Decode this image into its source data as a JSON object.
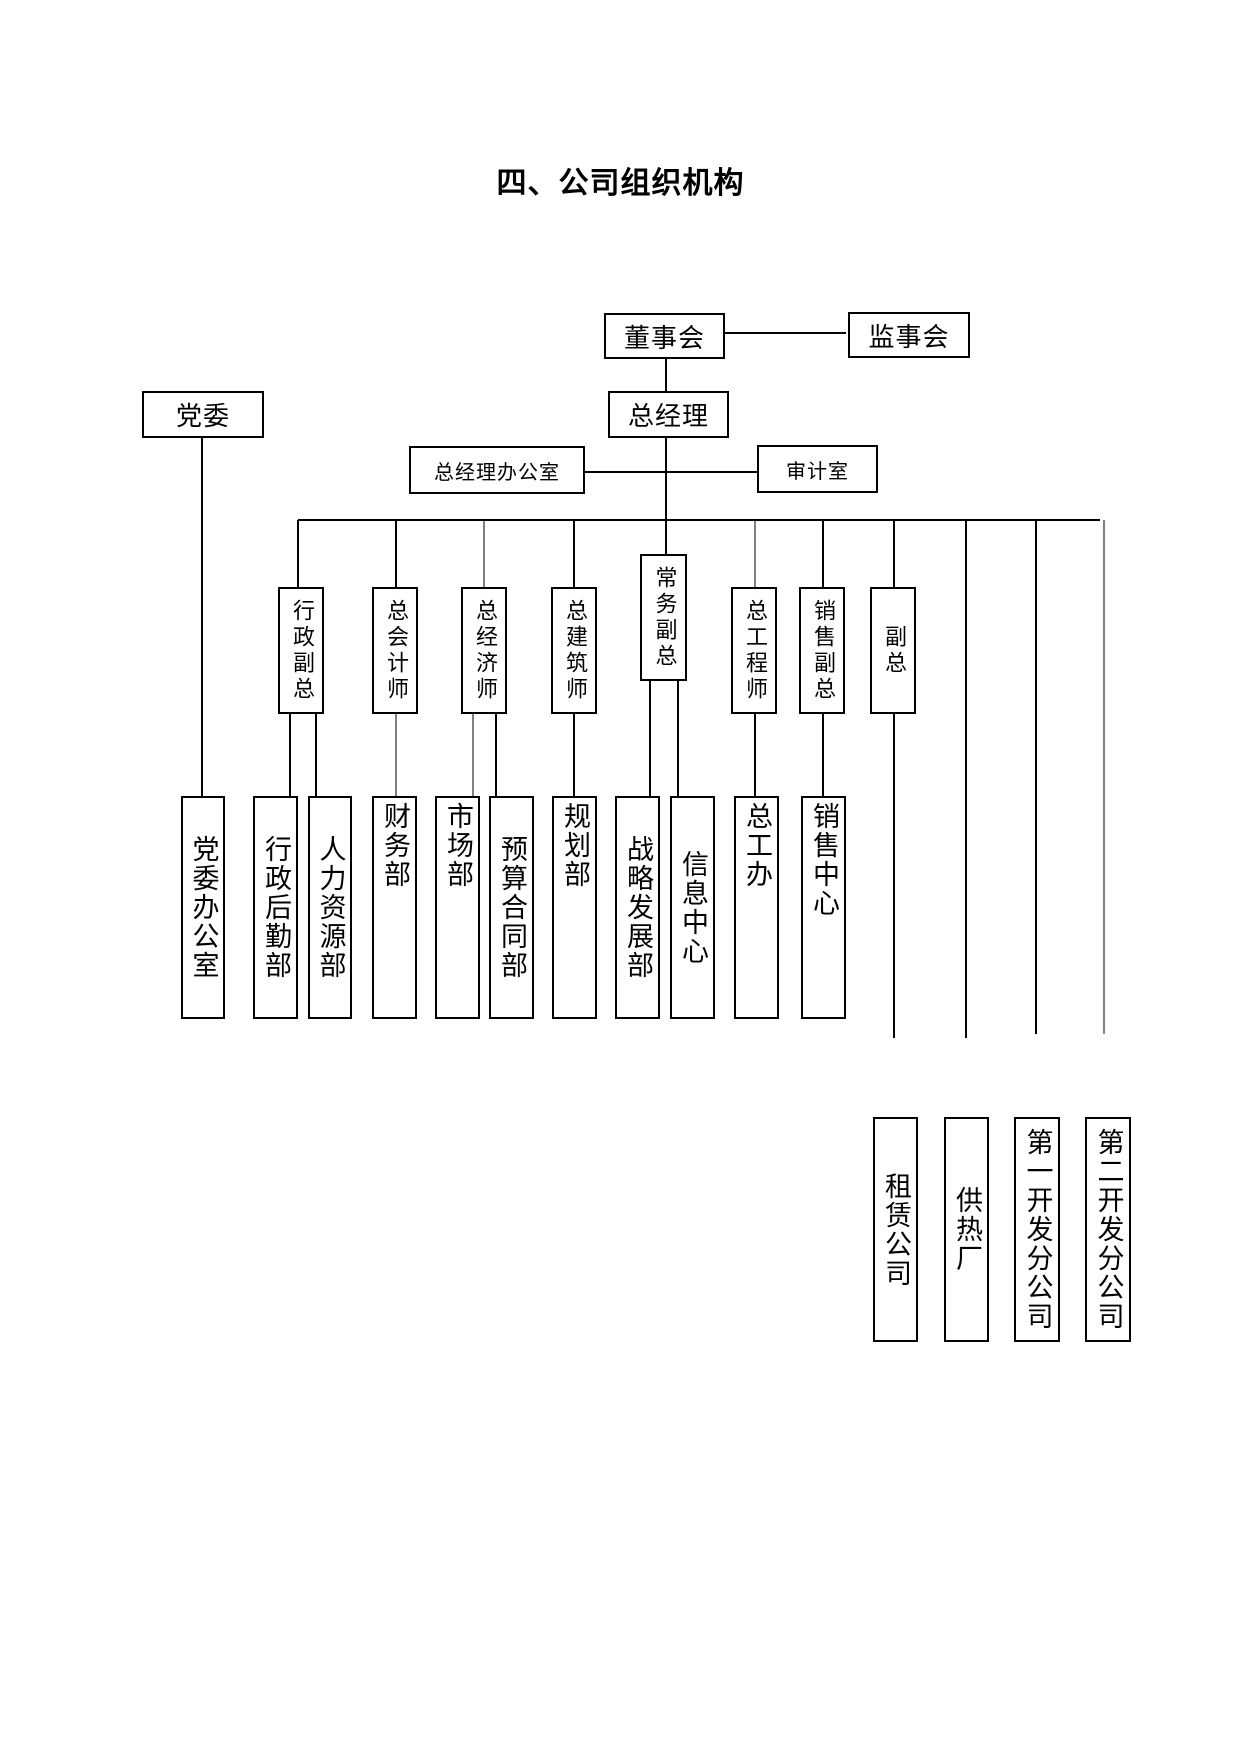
{
  "title": "四、公司组织机构",
  "top": {
    "board": "董事会",
    "supervisors": "监事会",
    "party": "党委",
    "gm": "总经理",
    "gm_office": "总经理办公室",
    "audit": "审计室"
  },
  "executives": {
    "admin_vp": "行政副总",
    "chief_accountant": "总会计师",
    "chief_economist": "总经济师",
    "chief_architect": "总建筑师",
    "executive_vp": "常务副总",
    "chief_engineer": "总工程师",
    "sales_vp": "销售副总",
    "vp": "副总"
  },
  "departments": {
    "party_office": "党委办公室",
    "admin_logistics": "行政后勤部",
    "hr": "人力资源部",
    "finance": "财务部",
    "market": "市场部",
    "budget_contract": "预算合同部",
    "planning": "规划部",
    "strategy": "战略发展部",
    "info_center": "信息中心",
    "engineering_office": "总工办",
    "sales_center": "销售中心"
  },
  "subsidiaries": {
    "leasing": "租赁公司",
    "heating": "供热厂",
    "dev1": "第一开发分公司",
    "dev2": "第二开发分公司"
  }
}
